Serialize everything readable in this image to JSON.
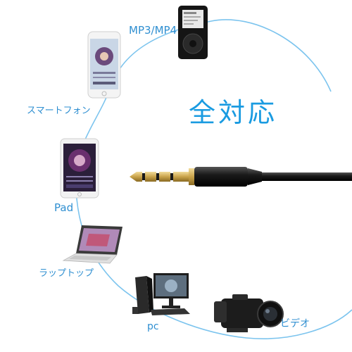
{
  "headline": "全対応",
  "devices": {
    "mp3": {
      "label": "MP3/MP4",
      "icon": "mp3-player-icon"
    },
    "smartphone": {
      "label": "スマートフォン",
      "icon": "smartphone-icon"
    },
    "pad": {
      "label": "Pad",
      "icon": "tablet-icon"
    },
    "laptop": {
      "label": "ラップトップ",
      "icon": "laptop-icon"
    },
    "pc": {
      "label": "pc",
      "icon": "desktop-pc-icon"
    },
    "video": {
      "label": "ビデオ",
      "icon": "video-camera-icon"
    }
  },
  "connector": {
    "icon": "audio-jack-cable-icon"
  },
  "colors": {
    "accent": "#1a9be1",
    "label": "#2f8fd1",
    "arc": "#7cc4ee",
    "gold": "#c9a34a",
    "cable": "#111111"
  }
}
